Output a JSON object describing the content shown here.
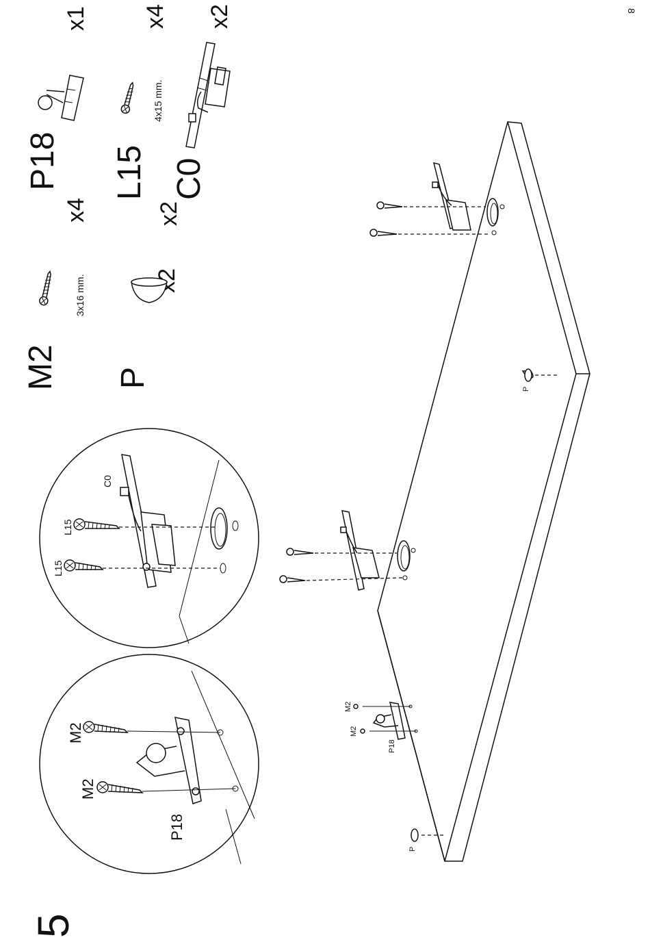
{
  "page": {
    "number": "8",
    "step": "5"
  },
  "parts": [
    {
      "code": "P18",
      "qty": "x1",
      "size": ""
    },
    {
      "code": "L15",
      "qty": "x4",
      "size": "4x15 mm."
    },
    {
      "code": "C0",
      "qty": "x2",
      "size": ""
    },
    {
      "code": "M2",
      "qty": "x4",
      "size": "3x16 mm."
    },
    {
      "code": "P",
      "qty": "x2",
      "size": ""
    }
  ],
  "detail_left": {
    "labels": [
      "M2",
      "M2",
      "P18"
    ]
  },
  "detail_right": {
    "labels": [
      "C0",
      "L15",
      "L15"
    ]
  },
  "main": {
    "labels": [
      "M2",
      "M2",
      "P18",
      "P",
      "P"
    ]
  },
  "icons": [
    "ball-catch-icon",
    "screw-icon",
    "hinge-icon",
    "knob-icon",
    "board-panel-icon",
    "magnifier-circle-icon"
  ]
}
